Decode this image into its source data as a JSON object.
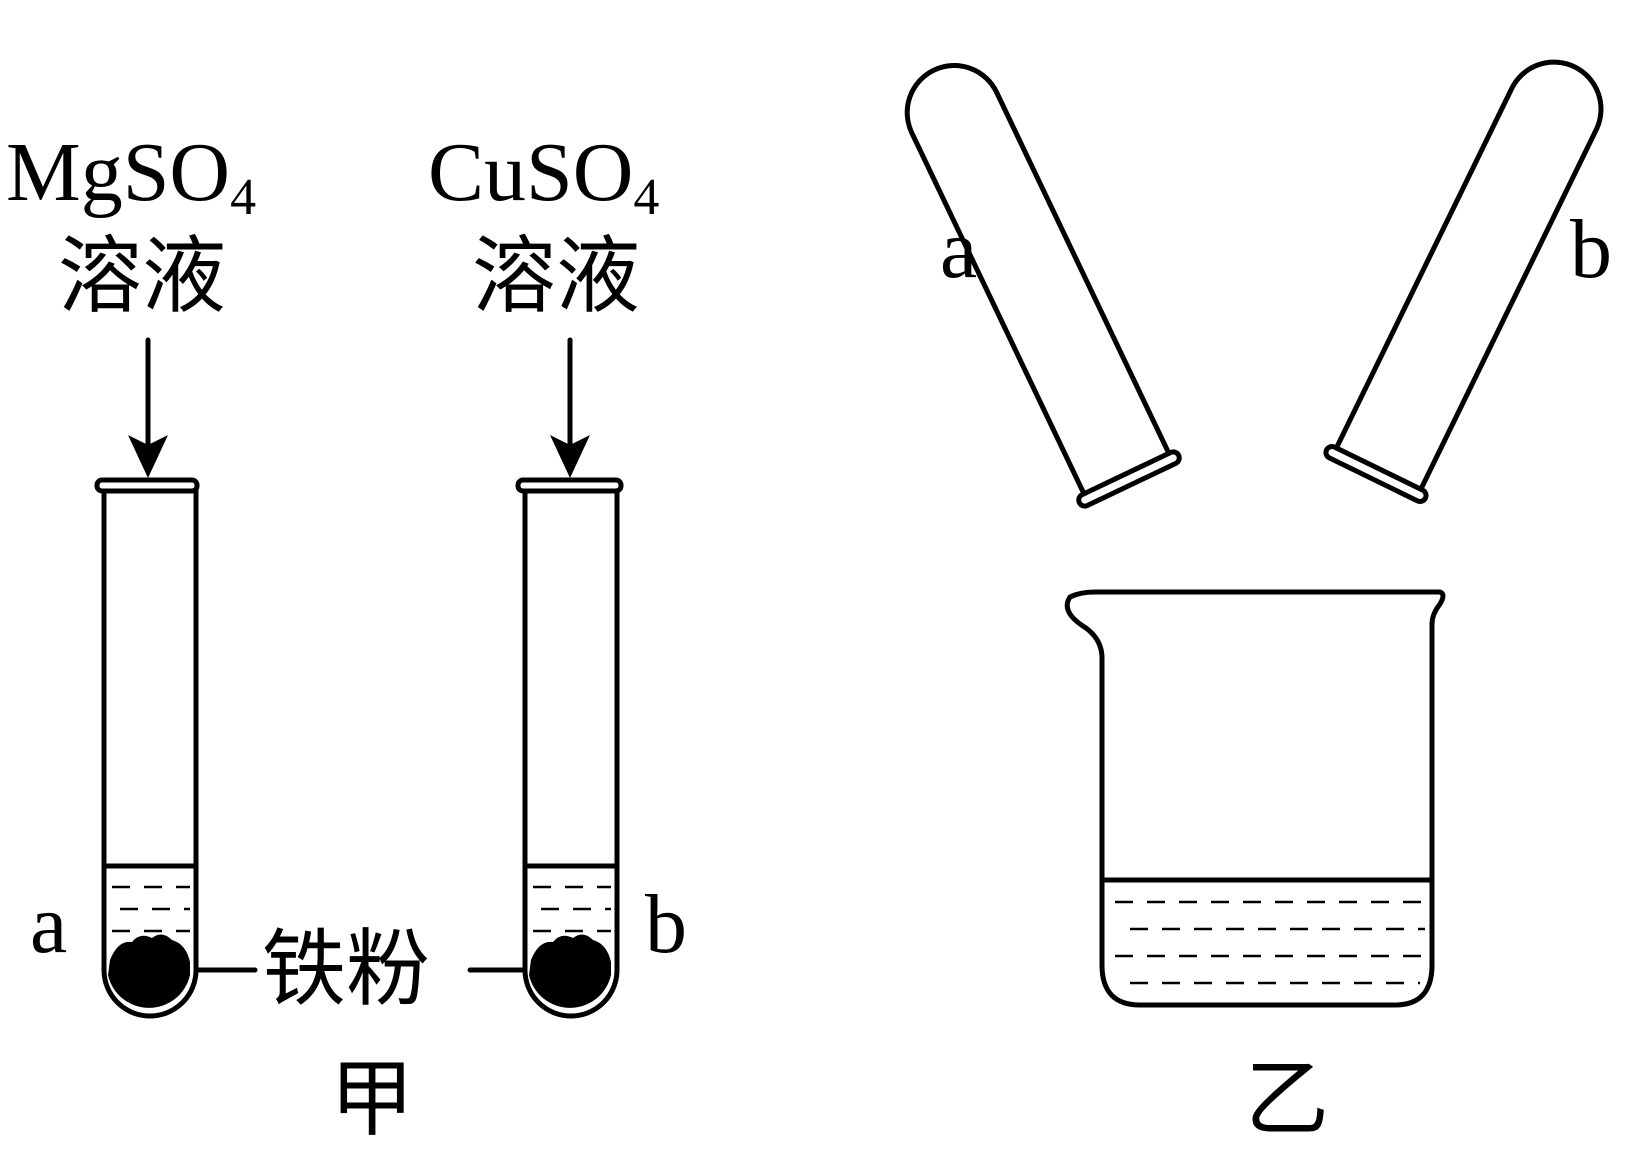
{
  "panel_jia": {
    "tube_a": {
      "solution_formula_main": "MgSO",
      "solution_formula_sub": "4",
      "solution_word": "溶液",
      "tube_label": "a"
    },
    "tube_b": {
      "solution_formula_main": "CuSO",
      "solution_formula_sub": "4",
      "solution_word": "溶液",
      "tube_label": "b"
    },
    "powder_label": "铁粉",
    "panel_label": "甲"
  },
  "panel_yi": {
    "tube_a_label": "a",
    "tube_b_label": "b",
    "panel_label": "乙"
  },
  "colors": {
    "ink": "#000000",
    "background": "#ffffff"
  }
}
